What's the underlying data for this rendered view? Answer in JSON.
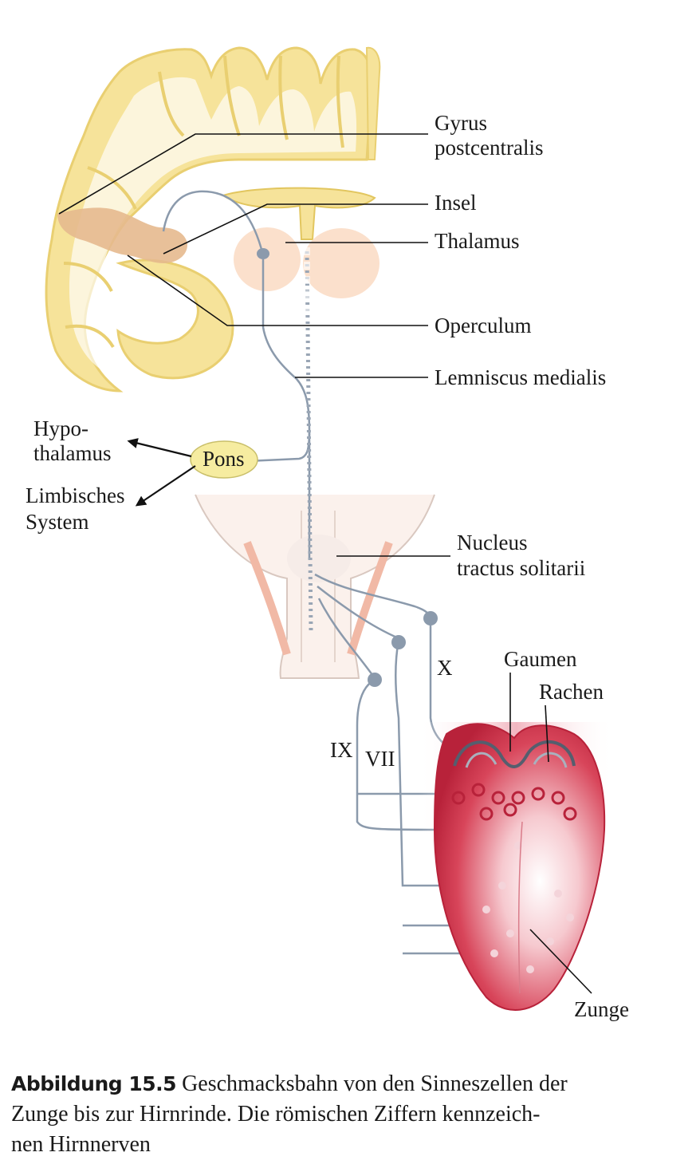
{
  "labels": {
    "gyrus_1": "Gyrus",
    "gyrus_2": "postcentralis",
    "insel": "Insel",
    "thalamus": "Thalamus",
    "operculum": "Operculum",
    "lemniscus": "Lemniscus medialis",
    "hypo_1": "Hypo-",
    "hypo_2": "thalamus",
    "limbisch_1": "Limbisches",
    "limbisch_2": "System",
    "pons": "Pons",
    "nucleus_1": "Nucleus",
    "nucleus_2": "tractus solitarii",
    "nerve_x": "X",
    "nerve_ix": "IX",
    "nerve_vii": "VII",
    "gaumen": "Gaumen",
    "rachen": "Rachen",
    "zunge": "Zunge"
  },
  "caption": {
    "title": "Abbildung 15.5",
    "line_1": " Geschmacksbahn von den Sinneszellen der",
    "line_2": "Zunge bis zur Hirnrinde. Die römischen Ziffern kennzeich-",
    "line_3": "nen Hirnnerven"
  },
  "colors": {
    "cortex": "#f6e39a",
    "insula": "#e5b98e",
    "thalamus": "#fbe0cc",
    "nerve": "#8b9aac",
    "tongue": "#cc2e44",
    "pons": "#f6eca0"
  }
}
